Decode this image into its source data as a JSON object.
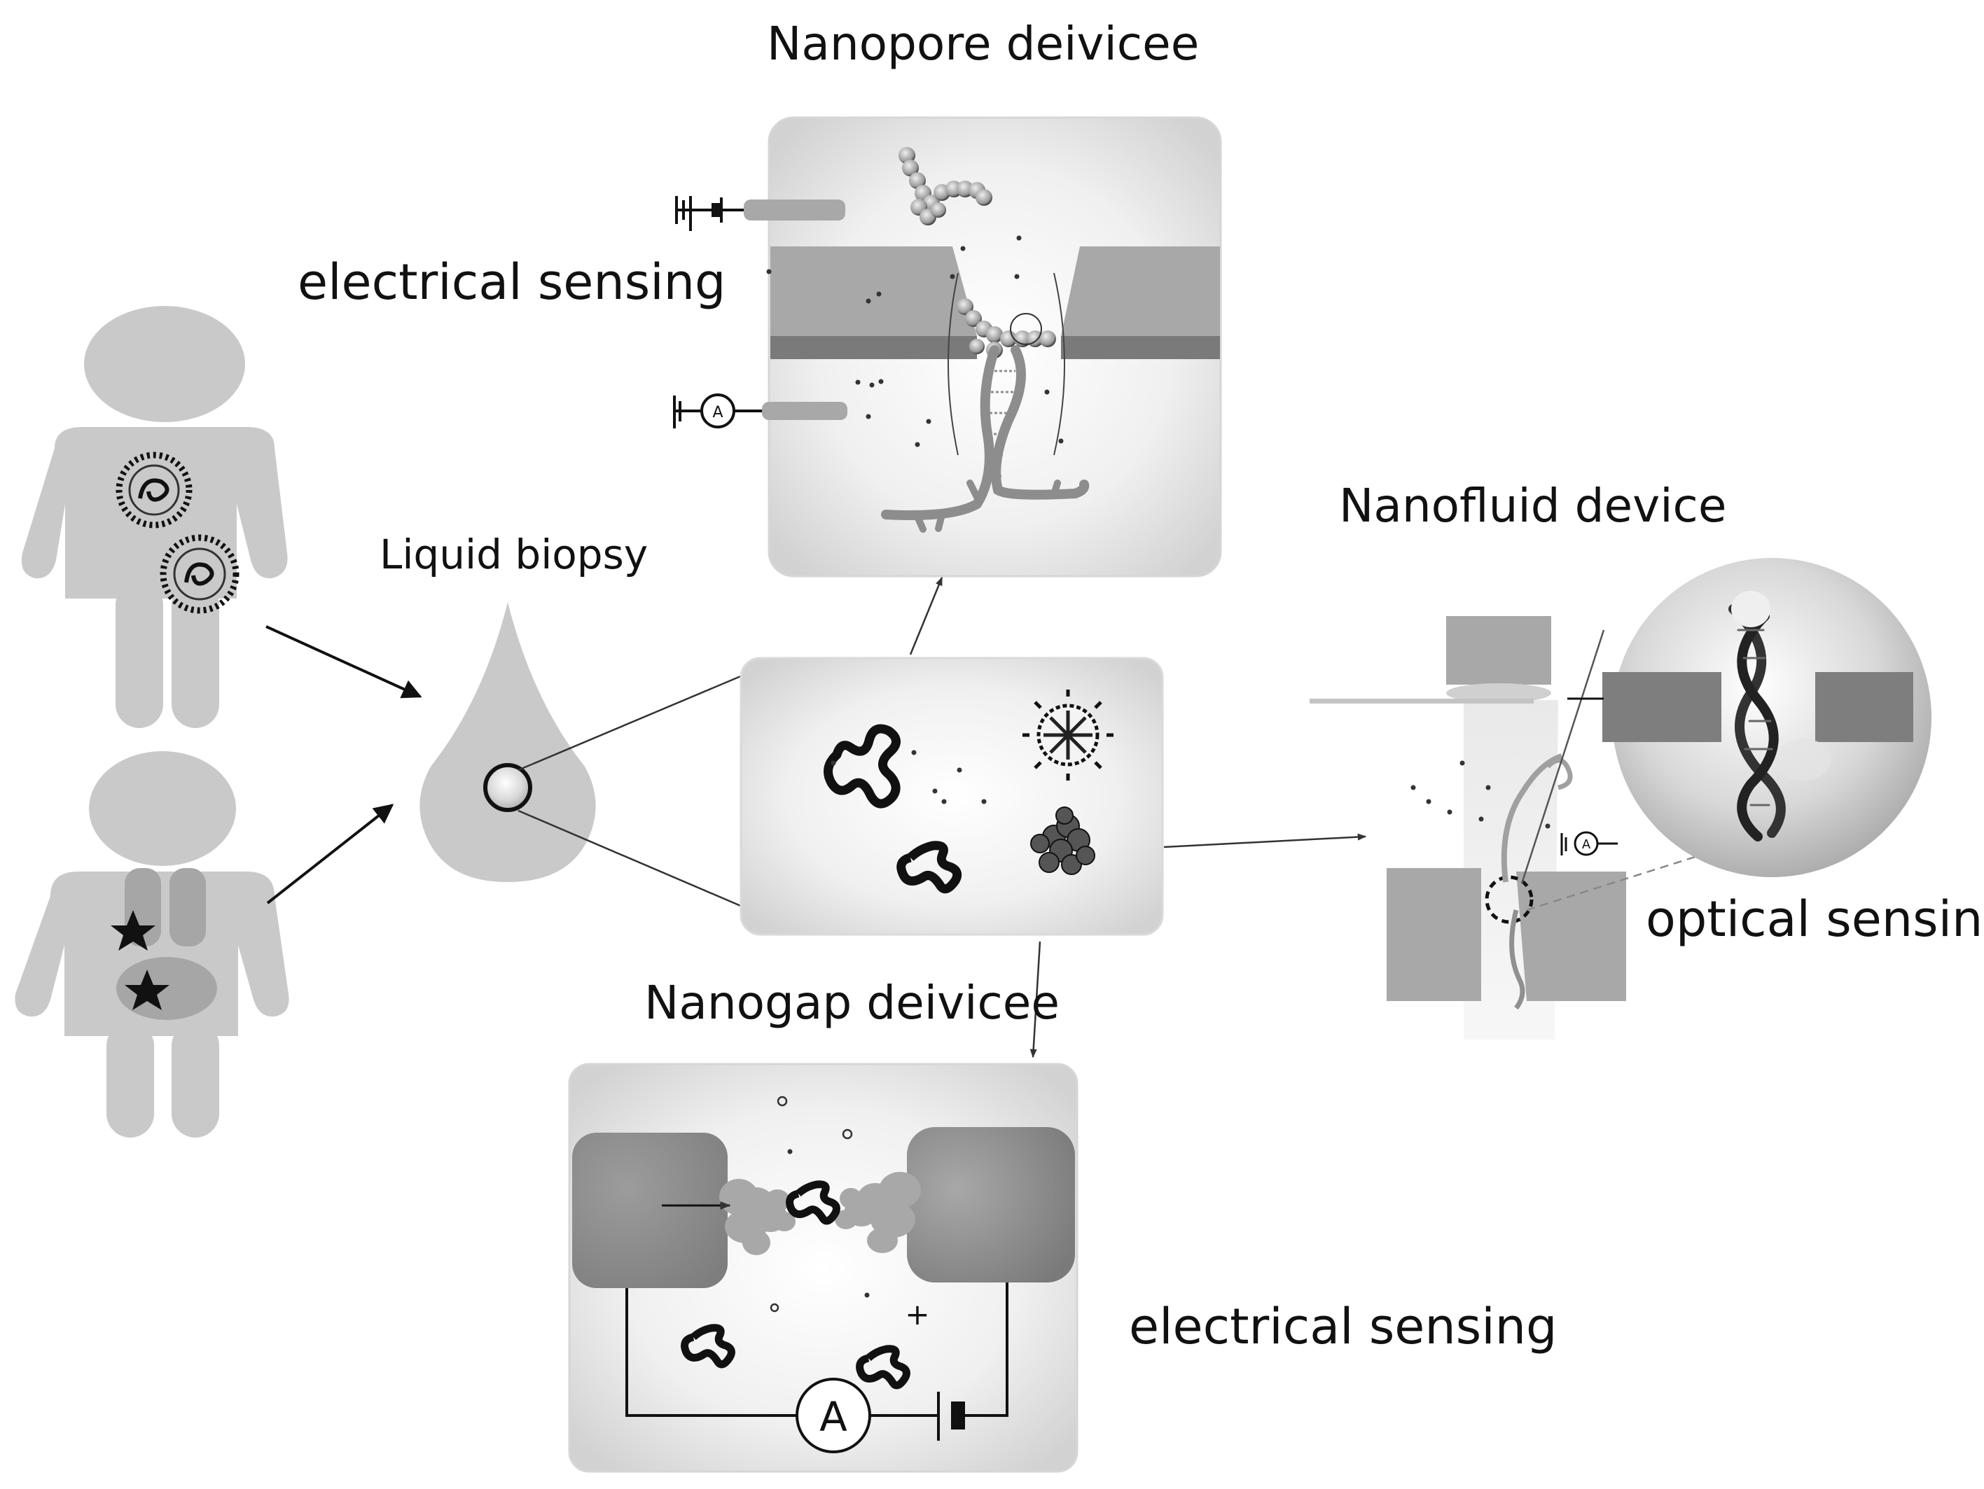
{
  "labels": {
    "nanopore_title": "Nanopore deivicee",
    "nanopore_sensing": "electrical sensing",
    "liquid_biopsy": "Liquid biopsy",
    "nanofluid_title": "Nanofluid device",
    "optical_sensing": "optical sensing",
    "nanogap_title": "Nanogap deivicee",
    "nanogap_sensing": "electrical sensing"
  },
  "symbols": {
    "ammeter": "A",
    "plus": "+"
  },
  "colors": {
    "figure_gray": "#c9c9c9",
    "panel_edge": "#cfcfcf",
    "electrode_dark": "#8a8a8a",
    "membrane": "#a0a0a0",
    "ink": "#111111"
  },
  "icons": [
    "person-tumor-cells-icon",
    "person-organ-tumor-icon",
    "blood-drop-icon",
    "dna-helix-icon",
    "ammeter-icon",
    "battery-icon",
    "microscope-objective-icon"
  ]
}
